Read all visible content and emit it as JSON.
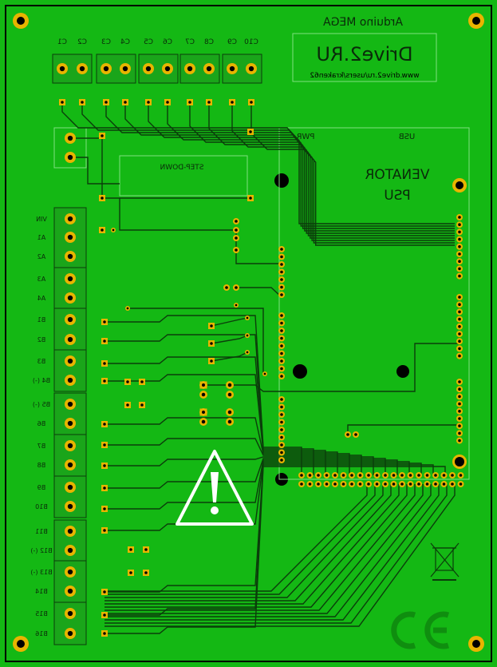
{
  "colors": {
    "board": "#14b814",
    "copper": "#1aa51a",
    "trace": "#0b3d0b",
    "pad": "#e8b400",
    "silk": "#7fe07f",
    "warning": "#ffffff",
    "edge": "#000000"
  },
  "silkscreen": {
    "header_title": "Arduino MEGA",
    "brand": "Drive2.RU",
    "url": "www.drive2.ru/users/kraken62",
    "module_title": "VENATOR",
    "module_subtitle": "PSU",
    "pwr_label": "PWR",
    "usb_label": "USB",
    "stepdown_label": "STEP-DOWN",
    "top_labels": [
      "C1",
      "C2",
      "C3",
      "C4",
      "C5",
      "C6",
      "C7",
      "C8",
      "C9",
      "C10"
    ],
    "left_labels": [
      "VIN",
      "A1",
      "A2",
      "A3",
      "A4",
      "B1",
      "B2",
      "B3",
      "B4 (-)",
      "B5 (-)",
      "B6",
      "B7",
      "B8",
      "B9",
      "B10",
      "B11",
      "B12 (-)",
      "B13 (-)",
      "B14",
      "B15",
      "B16"
    ]
  },
  "icons": [
    "warning-icon",
    "recycle-bin-icon",
    "ce-mark-icon"
  ]
}
